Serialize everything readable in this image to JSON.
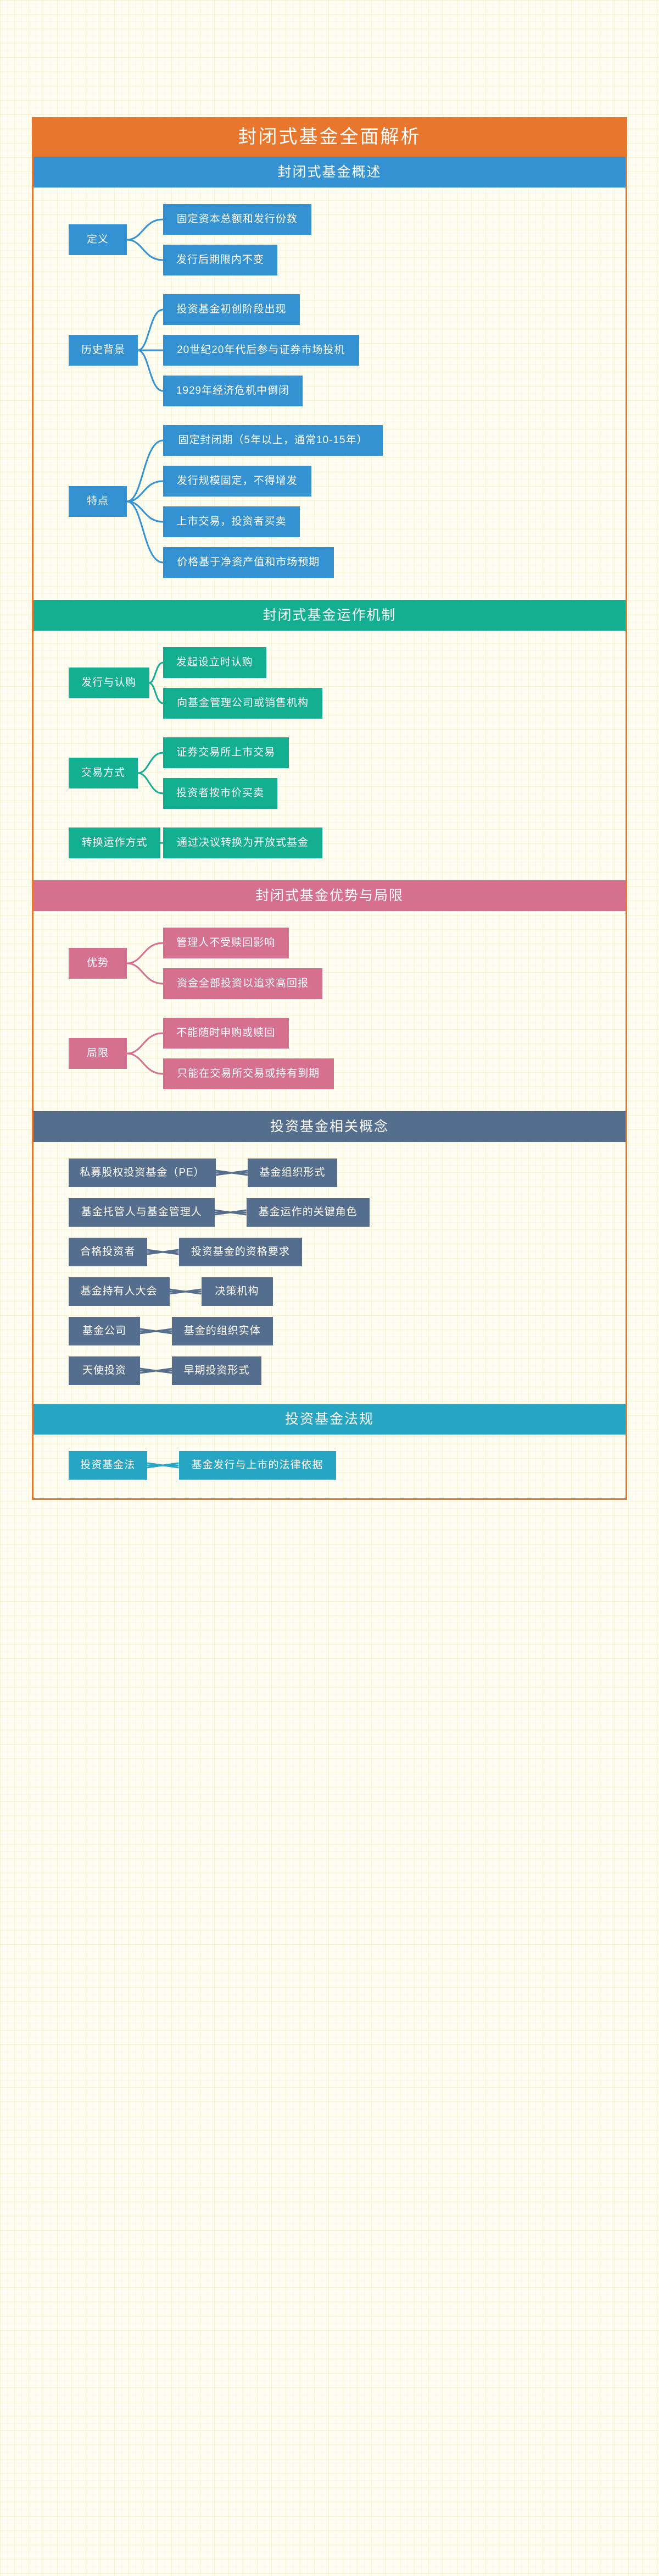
{
  "title": "封闭式基金全面解析",
  "colors": {
    "title_bar": "#E8762C",
    "section1": "#3492D2",
    "section2": "#14AE91",
    "section3": "#D5718F",
    "section4": "#566E8E",
    "section5": "#27A6C4",
    "background": "#FDFDF2",
    "text": "#FFFFFF"
  },
  "sections": [
    {
      "id": "overview",
      "header": "封闭式基金概述",
      "color": "#3492D2",
      "groups": [
        {
          "parent": "定义",
          "children": [
            "固定资本总额和发行份数",
            "发行后期限内不变"
          ]
        },
        {
          "parent": "历史背景",
          "children": [
            "投资基金初创阶段出现",
            "20世纪20年代后参与证券市场投机",
            "1929年经济危机中倒闭"
          ]
        },
        {
          "parent": "特点",
          "children": [
            "固定封闭期（5年以上，通常10-15年）",
            "发行规模固定，不得增发",
            "上市交易，投资者买卖",
            "价格基于净资产值和市场预期"
          ]
        }
      ]
    },
    {
      "id": "mechanism",
      "header": "封闭式基金运作机制",
      "color": "#14AE91",
      "groups": [
        {
          "parent": "发行与认购",
          "children": [
            "发起设立时认购",
            "向基金管理公司或销售机构"
          ]
        },
        {
          "parent": "交易方式",
          "children": [
            "证券交易所上市交易",
            "投资者按市价买卖"
          ]
        },
        {
          "parent": "转换运作方式",
          "children": [
            "通过决议转换为开放式基金"
          ]
        }
      ]
    },
    {
      "id": "pros-cons",
      "header": "封闭式基金优势与局限",
      "color": "#D5718F",
      "groups": [
        {
          "parent": "优势",
          "children": [
            "管理人不受赎回影响",
            "资金全部投资以追求高回报"
          ]
        },
        {
          "parent": "局限",
          "children": [
            "不能随时申购或赎回",
            "只能在交易所交易或持有到期"
          ]
        }
      ]
    },
    {
      "id": "concepts",
      "header": "投资基金相关概念",
      "color": "#566E8E",
      "pairs": [
        {
          "left": "私募股权投资基金（PE）",
          "right": "基金组织形式"
        },
        {
          "left": "基金托管人与基金管理人",
          "right": "基金运作的关键角色"
        },
        {
          "left": "合格投资者",
          "right": "投资基金的资格要求"
        },
        {
          "left": "基金持有人大会",
          "right": "决策机构"
        },
        {
          "left": "基金公司",
          "right": "基金的组织实体"
        },
        {
          "left": "天使投资",
          "right": "早期投资形式"
        }
      ]
    },
    {
      "id": "regulation",
      "header": "投资基金法规",
      "color": "#27A6C4",
      "pairs": [
        {
          "left": "投资基金法",
          "right": "基金发行与上市的法律依据"
        }
      ]
    }
  ]
}
